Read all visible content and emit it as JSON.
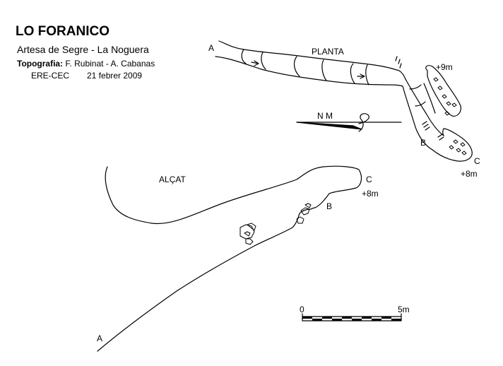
{
  "header": {
    "title": "LO FORANICO",
    "location": "Artesa de Segre  - La Noguera",
    "topo_label": "Topografia:",
    "topo_authors": "F. Rubinat - A. Cabanas",
    "club": "ERE-CEC",
    "date": "21 febrer 2009"
  },
  "plan": {
    "title": "PLANTA",
    "label_a": "A",
    "label_b": "B",
    "label_c": "C",
    "label_c_depth": "+8m",
    "label_branch_depth": "+9m"
  },
  "north": {
    "label": "N M"
  },
  "section": {
    "title": "ALÇAT",
    "label_a": "A",
    "label_b": "B",
    "label_c": "C",
    "label_c_depth": "+8m"
  },
  "scale": {
    "label_start": "0",
    "label_end": "5m"
  },
  "colors": {
    "ink": "#000000",
    "background": "#ffffff"
  }
}
